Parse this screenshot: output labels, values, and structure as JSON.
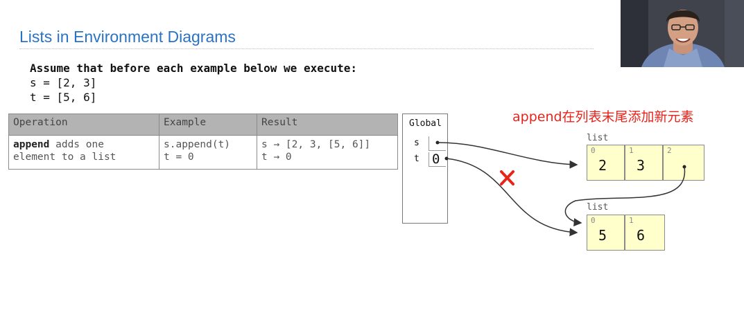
{
  "slide": {
    "title": "Lists in Environment Diagrams"
  },
  "assume": {
    "heading": "Assume that before each example below we execute:",
    "line1": "s = [2, 3]",
    "line2": "t = [5, 6]"
  },
  "table": {
    "headers": [
      "Operation",
      "Example",
      "Result"
    ],
    "row": {
      "op_keyword": "append",
      "op_rest_line1": " adds one",
      "op_line2": "element to a list",
      "example_line1": "s.append(t)",
      "example_line2": "t = 0",
      "result_line1": "s → [2, 3, [5, 6]]",
      "result_line2": "t → 0"
    }
  },
  "frame": {
    "label": "Global",
    "vars": [
      {
        "name": "s",
        "value": ""
      },
      {
        "name": "t",
        "value": "0"
      }
    ]
  },
  "lists": [
    {
      "label": "list",
      "cells": [
        {
          "index": "0",
          "value": "2"
        },
        {
          "index": "1",
          "value": "3"
        },
        {
          "index": "2",
          "value": ""
        }
      ]
    },
    {
      "label": "list",
      "cells": [
        {
          "index": "0",
          "value": "5"
        },
        {
          "index": "1",
          "value": "6"
        }
      ]
    }
  ],
  "annotation": "append在列表末尾添加新元素",
  "colors": {
    "title": "#2a73c4",
    "annotation": "#e8231a",
    "cell_fill": "#ffffcc",
    "cross": "#e8231a"
  }
}
